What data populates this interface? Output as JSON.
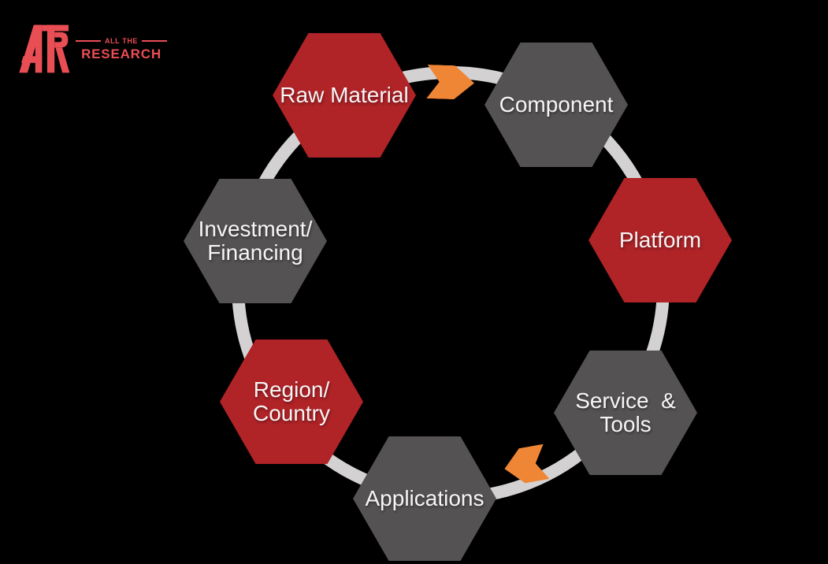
{
  "logo": {
    "monogram": "ATR",
    "tagline": "ALL THE",
    "brand": "RESEARCH",
    "color": "#e94e54"
  },
  "diagram": {
    "background_color": "#000000",
    "ring_color": "#d3d1d1",
    "arrow_color": "#ef8636",
    "label_color": "#f7f5f5",
    "node_colors": {
      "red": "#b02327",
      "gray": "#545253"
    },
    "nodes": [
      {
        "id": "raw-material",
        "line1": "Raw Material",
        "line2": "",
        "color": "red"
      },
      {
        "id": "component",
        "line1": "Component",
        "line2": "",
        "color": "gray"
      },
      {
        "id": "platform",
        "line1": "Platform",
        "line2": "",
        "color": "red"
      },
      {
        "id": "service-tools",
        "line1": "Service  &",
        "line2": "Tools",
        "color": "gray"
      },
      {
        "id": "applications",
        "line1": "Applications",
        "line2": "",
        "color": "gray"
      },
      {
        "id": "region-country",
        "line1": "Region/",
        "line2": "Country",
        "color": "red"
      },
      {
        "id": "investment-financing",
        "line1": "Investment/",
        "line2": "Financing",
        "color": "gray"
      }
    ],
    "arrows": [
      {
        "id": "raw-material-to-component",
        "direction": "right"
      },
      {
        "id": "service-tools-to-applications",
        "direction": "left"
      }
    ]
  }
}
